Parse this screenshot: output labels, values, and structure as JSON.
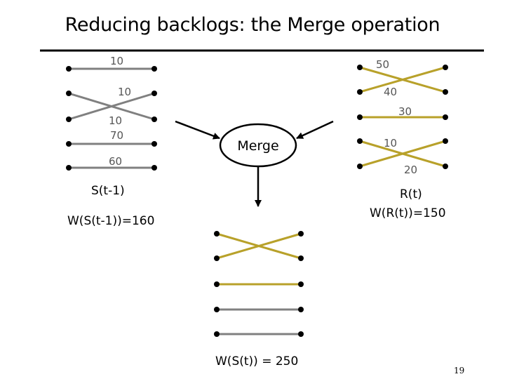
{
  "title": "Reducing backlogs: the Merge operation",
  "colors": {
    "gray": "#808080",
    "gold": "#b8a12a",
    "black": "#000000"
  },
  "left_set": {
    "edge_labels": [
      "10",
      "10",
      "10",
      "70",
      "60"
    ],
    "name": "S(t-1)",
    "weight": "W(S(t-1))=160"
  },
  "right_set": {
    "edge_labels": [
      "50",
      "40",
      "30",
      "10",
      "20"
    ],
    "name": "R(t)",
    "weight": "W(R(t))=150"
  },
  "merge_label": "Merge",
  "result": {
    "weight": "W(S(t)) = 250"
  },
  "page_number": "19"
}
